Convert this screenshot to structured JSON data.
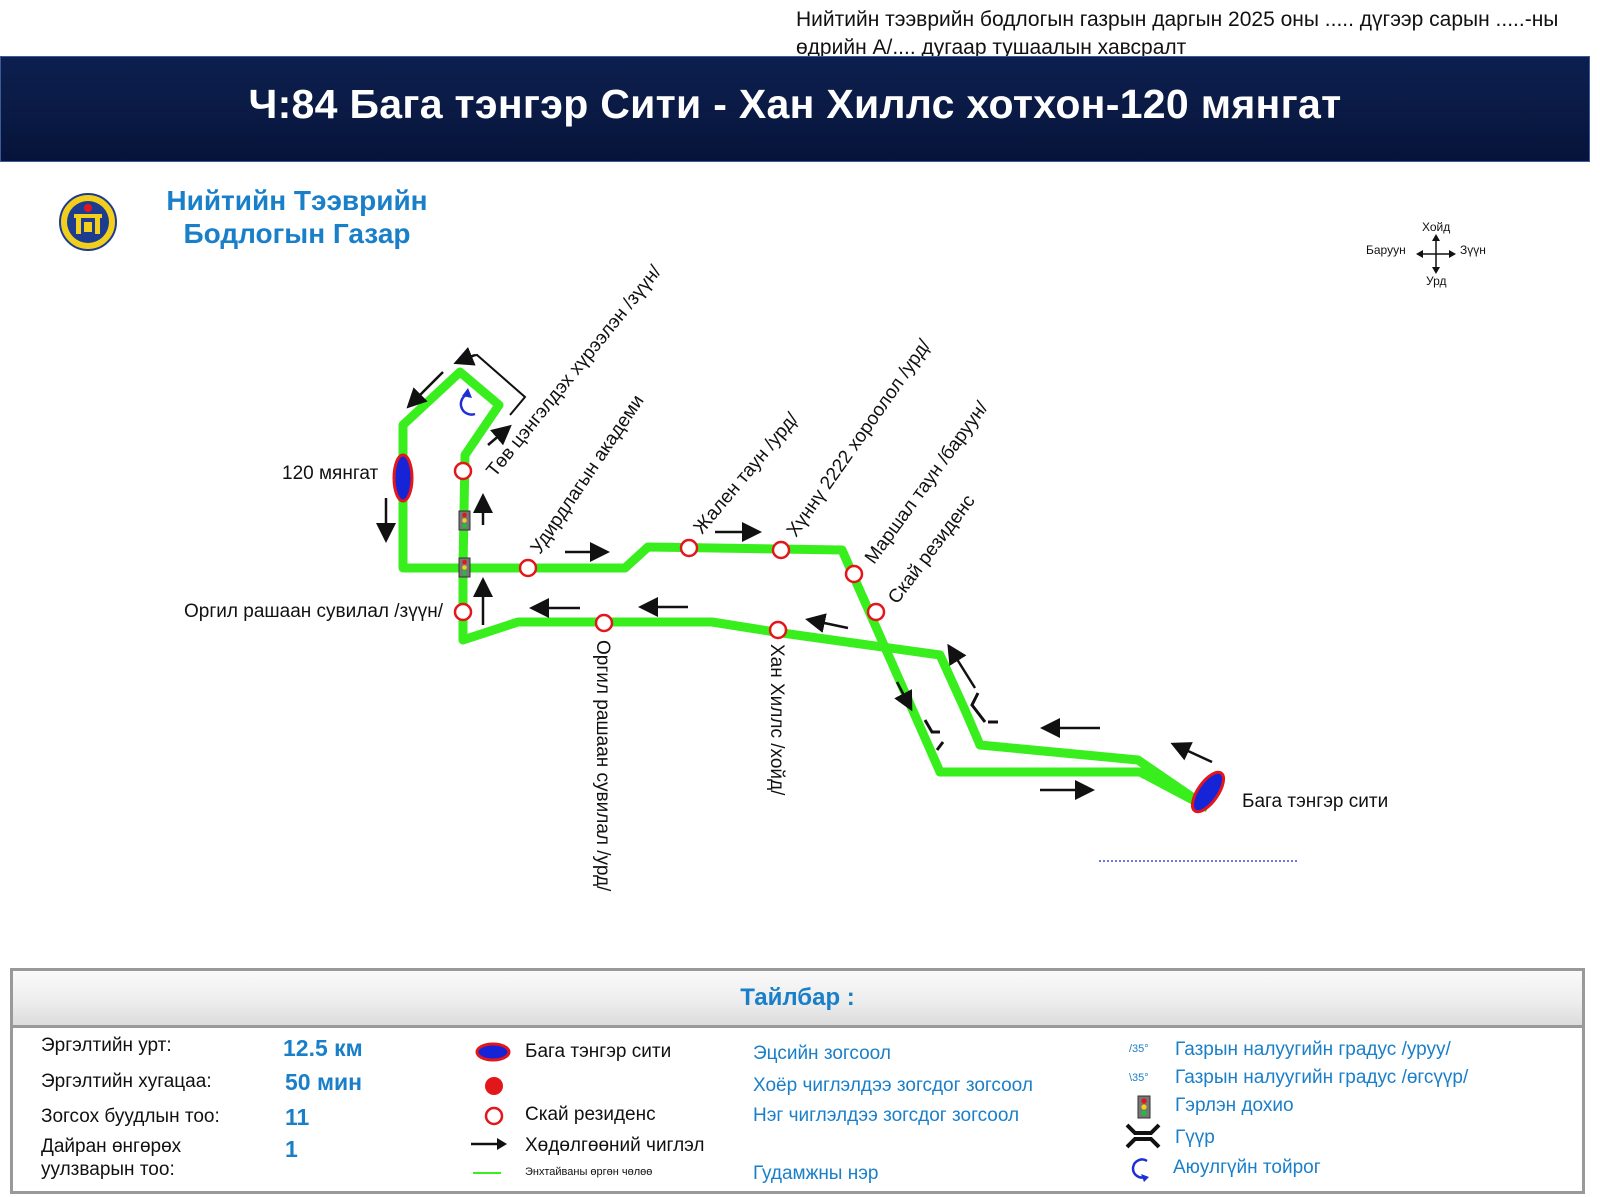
{
  "doc_note": "Нийтийн тээврийн бодлогын газрын даргын 2025 оны ..... дүгээр сарын .....-ны өдрийн А/.... дугаар тушаалын хавсралт",
  "title": "Ч:84 Бага тэнгэр Сити - Хан Хиллс хотхон-120 мянгат",
  "agency": {
    "line1": "Нийтийн Тээврийн",
    "line2": "Бодлогын Газар"
  },
  "compass": {
    "north": "Хойд",
    "south": "Урд",
    "east": "Зүүн",
    "west": "Баруун"
  },
  "map": {
    "terminals": {
      "west": "120 мянгат",
      "east": "Бага тэнгэр сити"
    },
    "stops": {
      "tov": "Төв цэнгэлдэх хүрээлэн /зүүн/",
      "udirdlaga": "Удирдлагын академи",
      "jalen": "Жален таун /урд/",
      "hunnu": "Хүннү 2222 хороолол /урд/",
      "marshal": "Маршал таун /баруун/",
      "skai": "Скай резиденс",
      "orgil_east": "Оргил рашаан сувилал /зүүн/",
      "orgil_south": "Оргил рашаан сувилал /урд/",
      "han_hills": "Хан Хиллс /хойд/"
    },
    "colors": {
      "route": "#39ee1d",
      "terminal_fill": "#1624d8",
      "terminal_ring": "#e3161b",
      "stop_ring": "#e3161b"
    }
  },
  "legend": {
    "title": "Тайлбар :",
    "stats": [
      {
        "label": "Эргэлтийн урт:",
        "value": "12.5 км"
      },
      {
        "label": "Эргэлтийн хугацаа:",
        "value": "50 мин"
      },
      {
        "label": "Зогсох буудлын тоо:",
        "value": "11"
      },
      {
        "label_line1": "Дайран өнгөрөх",
        "label_line2": "уулзварын тоо:",
        "value": "1"
      }
    ],
    "symbols": {
      "terminal": "Бага тэнгэр сити",
      "skai": "Скай резиденс",
      "direction": "Хөдөлгөөний чиглэл",
      "lane": "Энхтайваны өргөн чөлөө"
    },
    "meanings": {
      "terminal": "Эцсийн зогсоол",
      "two_way": "Хоёр чиглэлдээ зогсдог зогсоол",
      "one_way": "Нэг чиглэлдээ зогсдог зогсоол",
      "street": "Гудамжны нэр"
    },
    "extra": {
      "slope_down_sym": "/35°",
      "slope_down": "Газрын налуугийн градус /уруу/",
      "slope_up_sym": "\\35°",
      "slope_up": "Газрын налуугийн градус /өгсүүр/",
      "traffic_light": "Гэрлэн дохио",
      "bridge": "Гүүр",
      "roundabout": "Аюулгүйн тойрог"
    }
  }
}
